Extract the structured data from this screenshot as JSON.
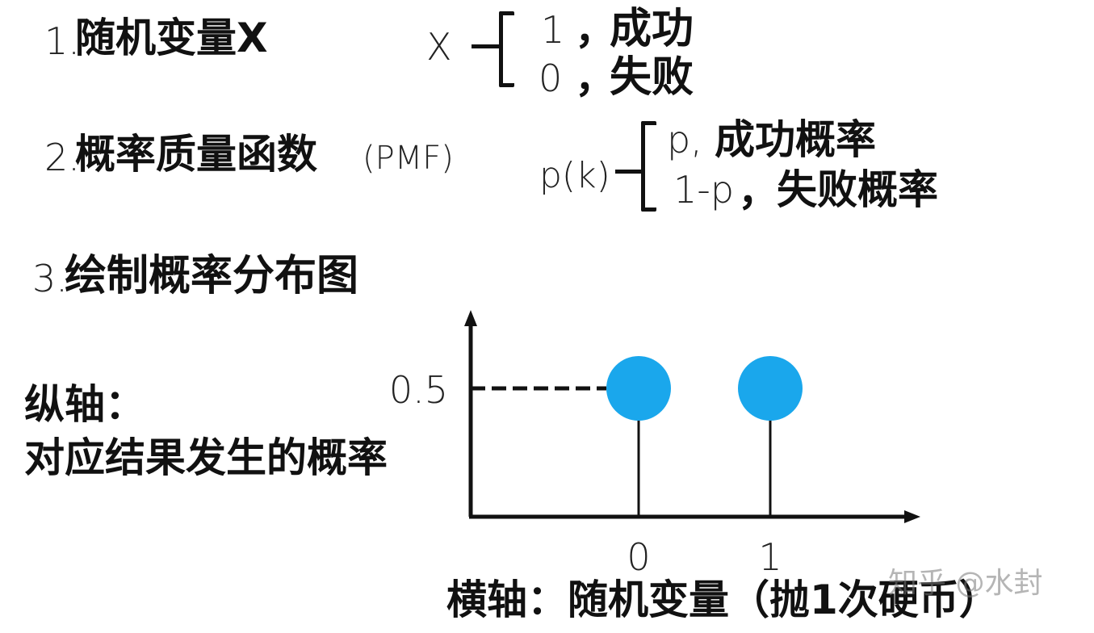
{
  "section1": {
    "number": "1.",
    "title": "随机变量X",
    "var": "X",
    "cases": [
      {
        "value": "1",
        "sep": "，",
        "meaning": "成功"
      },
      {
        "value": "0",
        "sep": "，",
        "meaning": "失败"
      }
    ]
  },
  "section2": {
    "number": "2.",
    "title": "概率质量函数",
    "abbr": "(PMF)",
    "func": "p(k)",
    "cases": [
      {
        "value": "p,",
        "meaning": "成功概率"
      },
      {
        "value": "1-p",
        "sep": "，",
        "meaning": "失败概率"
      }
    ]
  },
  "section3": {
    "number": "3.",
    "title": "绘制概率分布图"
  },
  "y_axis_note": {
    "line1": "纵轴：",
    "line2": "对应结果发生的概率"
  },
  "x_axis_note": "横轴：随机变量（抛1次硬币）",
  "watermark": "知乎 @水封",
  "chart_data": {
    "type": "stem",
    "x": [
      0,
      1
    ],
    "y": [
      0.5,
      0.5
    ],
    "x_tick_labels": [
      "0",
      "1"
    ],
    "y_tick_labels": [
      "0.5"
    ],
    "marker_color": "#1AA7EC",
    "axis_color": "#111111"
  }
}
